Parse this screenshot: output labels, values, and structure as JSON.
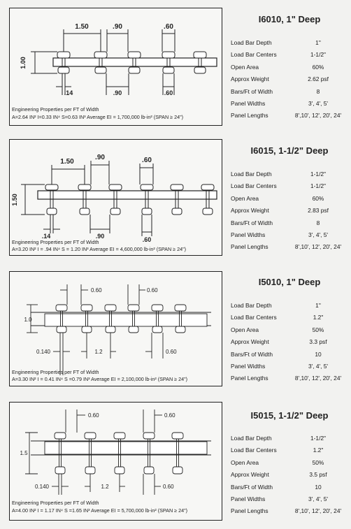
{
  "sections": [
    {
      "title": "I6010, 1\" Deep",
      "dims": {
        "depth": "1.00",
        "centers": "1.50",
        "gap": ".90",
        "top_width": ".60",
        "bar_thickness": ".14",
        "bottom_gap": ".90",
        "bottom_width": ".60"
      },
      "eng_label": "Engineering Properties per FT of Width",
      "eng_formula": "A=2.64 IN² I=0.33 IN⁴ S=0.63 IN³ Average EI = 1,700,000 lb-in² (SPAN ≥ 24\")",
      "specs": [
        {
          "label": "Load Bar Depth",
          "value": "1\""
        },
        {
          "label": "Load Bar Centers",
          "value": "1-1/2\""
        },
        {
          "label": "Open Area",
          "value": "60%"
        },
        {
          "label": "Approx Weight",
          "value": "2.62 psf"
        },
        {
          "label": "Bars/Ft of Width",
          "value": "8"
        },
        {
          "label": "Panel Widths",
          "value": "3', 4', 5'"
        },
        {
          "label": "Panel Lengths",
          "value": "8',10', 12', 20', 24'"
        }
      ]
    },
    {
      "title": "I6015, 1-1/2\" Deep",
      "dims": {
        "depth": "1.50",
        "centers": "1.50",
        "gap": ".90",
        "top_width": ".60",
        "bar_thickness": ".14",
        "bottom_gap": ".90",
        "bottom_width": ".60"
      },
      "eng_label": "Engineering Properties per FT of Width",
      "eng_formula": "A=3.20 IN²  I = .94 IN⁴  S = 1.20 IN³  Average EI = 4,600,000 lb-in² (SPAN ≥ 24\")",
      "specs": [
        {
          "label": "Load Bar Depth",
          "value": "1-1/2\""
        },
        {
          "label": "Load Bar Centers",
          "value": "1-1/2\""
        },
        {
          "label": "Open Area",
          "value": "60%"
        },
        {
          "label": "Approx Weight",
          "value": "2.83 psf"
        },
        {
          "label": "Bars/Ft of Width",
          "value": "8"
        },
        {
          "label": "Panel Widths",
          "value": "3', 4', 5'"
        },
        {
          "label": "Panel Lengths",
          "value": "8',10', 12', 20', 24'"
        }
      ]
    },
    {
      "title": "I5010, 1\" Deep",
      "dims": {
        "depth": "1.0",
        "top_width_a": "0.60",
        "top_width_b": "0.60",
        "bar_thickness": "0.140",
        "centers": "1.2",
        "bottom_width": "0.60"
      },
      "eng_label": "Engineering Properties per FT of Width",
      "eng_formula": "A=3.30 IN²  I = 0.41 IN⁴  S =0.79 IN³  Average EI = 2,100,000 lb-in² (SPAN ≥ 24\")",
      "specs": [
        {
          "label": "Load Bar Depth",
          "value": "1\""
        },
        {
          "label": "Load Bar Centers",
          "value": "1.2\""
        },
        {
          "label": "Open Area",
          "value": "50%"
        },
        {
          "label": "Approx Weight",
          "value": "3.3 psf"
        },
        {
          "label": "Bars/Ft of Width",
          "value": "10"
        },
        {
          "label": "Panel Widths",
          "value": "3', 4', 5'"
        },
        {
          "label": "Panel Lengths",
          "value": "8',10', 12', 20', 24'"
        }
      ]
    },
    {
      "title": "I5015, 1-1/2\" Deep",
      "dims": {
        "depth": "1.5",
        "top_width_a": "0.60",
        "top_width_b": "0.60",
        "bar_thickness": "0.140",
        "centers": "1.2",
        "bottom_width": "0.60"
      },
      "eng_label": "Engineering Properties per FT of Width",
      "eng_formula": "A=4.00 IN²  I = 1.17 IN⁴  S =1.65 IN³  Average EI = 5,700,000 lb-in² (SPAN ≥ 24\")",
      "specs": [
        {
          "label": "Load Bar Depth",
          "value": "1-1/2\""
        },
        {
          "label": "Load Bar Centers",
          "value": "1.2\""
        },
        {
          "label": "Open Area",
          "value": "50%"
        },
        {
          "label": "Approx Weight",
          "value": "3.5 psf"
        },
        {
          "label": "Bars/Ft of Width",
          "value": "10"
        },
        {
          "label": "Panel Widths",
          "value": "3', 4', 5'"
        },
        {
          "label": "Panel Lengths",
          "value": "8',10', 12', 20', 24'"
        }
      ]
    }
  ]
}
